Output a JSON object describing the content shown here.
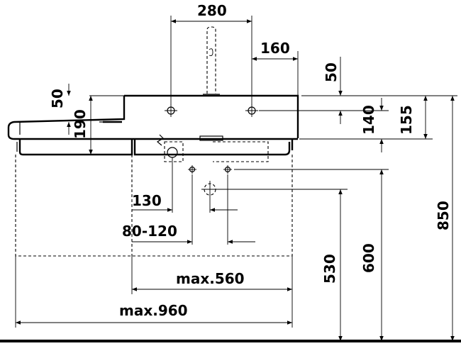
{
  "dimensions": {
    "d280": "280",
    "d160": "160",
    "d50_right": "50",
    "d50_left": "50",
    "d190": "190",
    "d140": "140",
    "d155": "155",
    "d130": "130",
    "d80_120": "80-120",
    "d_max560": "max.560",
    "d_max960": "max.960",
    "d530": "530",
    "d600": "600",
    "d850": "850"
  }
}
